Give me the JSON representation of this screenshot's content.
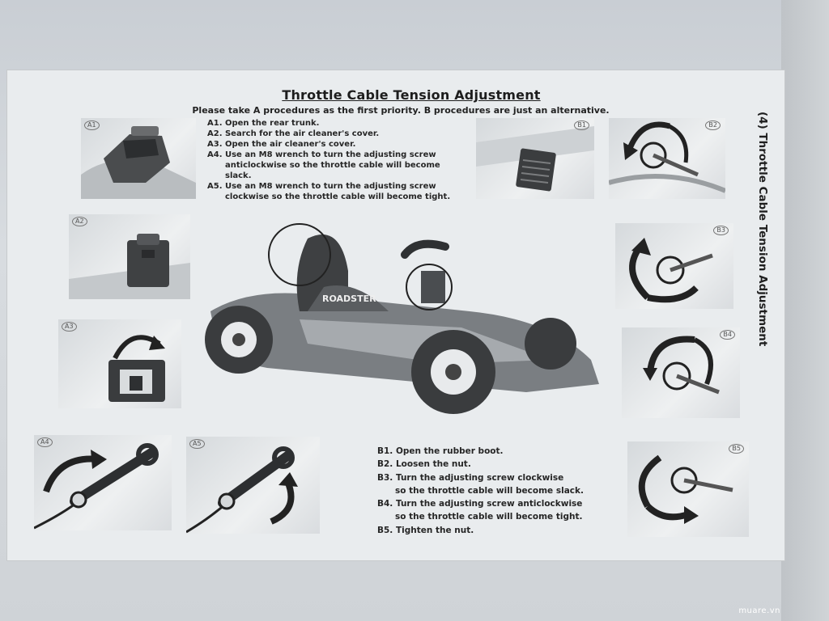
{
  "document": {
    "title": "Throttle Cable Tension Adjustment",
    "subtitle": "Please take A procedures as the first priority.  B procedures are just an alternative.",
    "side_title": "(4) Throttle Cable Tension Adjustment",
    "a_steps": [
      {
        "text": "A1. Open the rear trunk."
      },
      {
        "text": "A2. Search for the air cleaner's cover."
      },
      {
        "text": "A3. Open the air cleaner's cover."
      },
      {
        "text": "A4. Use an M8 wrench to turn the adjusting screw"
      },
      {
        "text": "anticlockwise so the throttle cable will become"
      },
      {
        "text": "slack."
      },
      {
        "text": "A5. Use an M8 wrench to turn the adjusting screw"
      },
      {
        "text": "clockwise so the throttle cable will become tight."
      }
    ],
    "b_steps": [
      {
        "text": "B1. Open the rubber boot."
      },
      {
        "text": "B2. Loosen the nut."
      },
      {
        "text": "B3. Turn the adjusting screw clockwise"
      },
      {
        "text": "so the throttle cable will become slack."
      },
      {
        "text": "B4. Turn the adjusting screw anticlockwise"
      },
      {
        "text": "so the throttle cable will become tight."
      },
      {
        "text": "B5. Tighten the nut."
      }
    ],
    "panel_labels": {
      "a1": "A1",
      "a2": "A2",
      "a3": "A3",
      "a4": "A4",
      "a5": "A5",
      "b1": "B1",
      "b2": "B2",
      "b3": "B3",
      "b4": "B4",
      "b5": "B5"
    },
    "kart_decal": "ROADSTER"
  },
  "watermark": "muare.vn"
}
